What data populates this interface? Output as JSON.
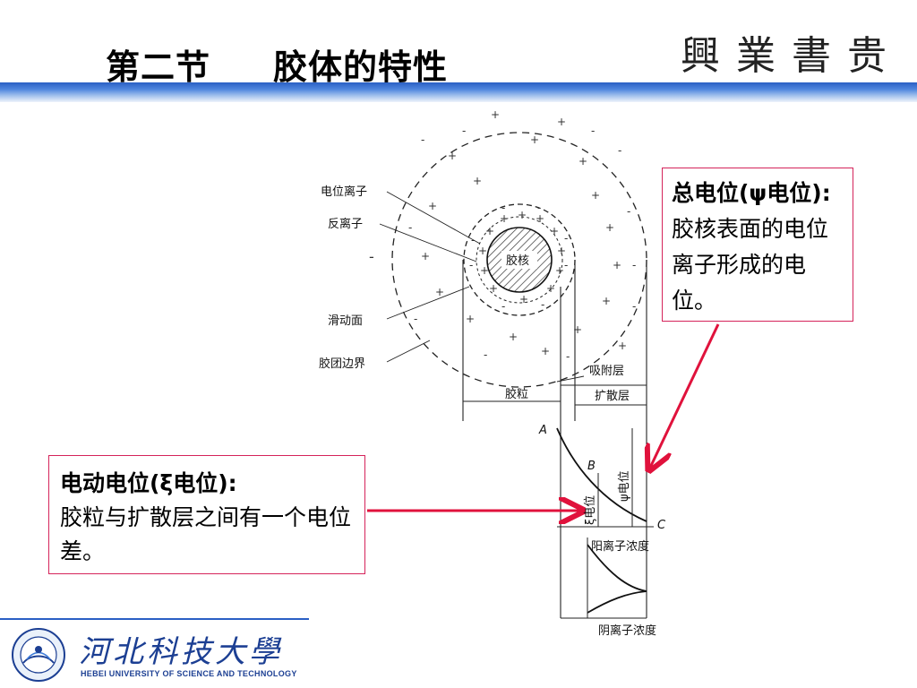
{
  "header": {
    "section": "第二节",
    "title": "胶体的特性",
    "motto": "興業書贵"
  },
  "diagram": {
    "labels": {
      "potential_ion": "电位离子",
      "counter_ion": "反离子",
      "slip_surface": "滑动面",
      "micelle_boundary": "胶团边界",
      "core": "胶核",
      "adsorption_layer": "吸附层",
      "particle": "胶粒",
      "diffusion_layer": "扩散层",
      "point_a": "A",
      "point_b": "B",
      "point_c": "C",
      "psi_potential": "ψ电位",
      "xi_potential": "ξ电位",
      "cation_conc": "阳离子浓度",
      "anion_conc": "阴离子浓度"
    }
  },
  "callout_total": {
    "heading": "总电位(ψ电位):",
    "body": "胶核表面的电位离子形成的电位。"
  },
  "callout_zeta": {
    "heading": "电动电位(ξ电位):",
    "body": "胶粒与扩散层之间有一个电位差。"
  },
  "footer": {
    "university_cn": "河北科技大學",
    "university_en": "HEBEI UNIVERSITY OF SCIENCE AND TECHNOLOGY"
  },
  "colors": {
    "accent_blue": "#2a5fc4",
    "callout_border": "#d5235a",
    "arrow": "#e0123c"
  }
}
